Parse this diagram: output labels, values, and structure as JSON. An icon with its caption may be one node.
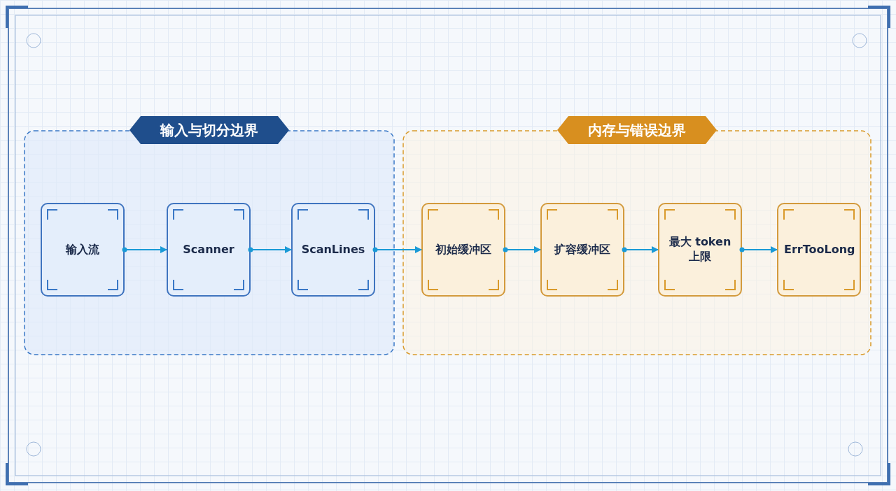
{
  "diagram": {
    "nodes": [
      {
        "text": [
          "输入与切分边界"
        ]
      },
      {
        "text": [
          "输入流"
        ],
        "in": 0
      },
      {
        "text": [
          "Scanner"
        ],
        "in": 0
      },
      {
        "text": [
          "ScanLines"
        ],
        "in": 0
      },
      {
        "text": [
          "内存与错误边界"
        ]
      },
      {
        "text": [
          "初始缓冲区"
        ],
        "in": 4
      },
      {
        "text": [
          "扩容缓冲区"
        ],
        "in": 4
      },
      {
        "text": [
          "最大 token 上限"
        ],
        "in": 4
      },
      {
        "text": [
          "ErrTooLong"
        ],
        "in": 4
      }
    ],
    "edges": [
      {
        "from": 1,
        "to": 2,
        "arrow": "to"
      },
      {
        "from": 2,
        "to": 3,
        "arrow": "to"
      },
      {
        "from": 3,
        "to": 5,
        "arrow": "to"
      },
      {
        "from": 5,
        "to": 6,
        "arrow": "to"
      },
      {
        "from": 6,
        "to": 7,
        "arrow": "to"
      },
      {
        "from": 7,
        "to": 8,
        "arrow": "to"
      }
    ]
  }
}
